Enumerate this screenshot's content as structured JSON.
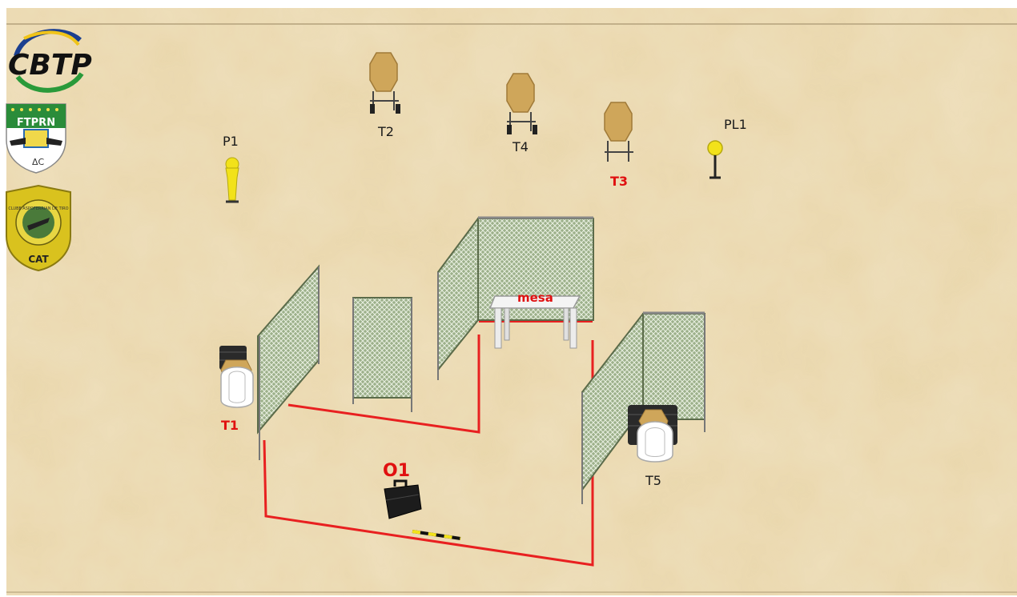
{
  "logos": {
    "cbtp": "CBTP",
    "ftprn": "FTPRN",
    "cat_ring": "CLUBE ASPOFERRIAN DE TIRO",
    "cat": "CAT"
  },
  "labels": {
    "p1": "P1",
    "t2": "T2",
    "t4": "T4",
    "t3": "T3",
    "pl1": "PL1",
    "mesa": "mesa",
    "t1": "T1",
    "t5": "T5",
    "o1": "O1"
  },
  "colors": {
    "sand": "#e8d3a6",
    "fault_line": "#e82020",
    "red_label": "#e01010",
    "paper_target": "#cfa65a",
    "popper": "#f2e21a",
    "wall_mesh": "#8fa27c",
    "no_shoot": "#ffffff"
  }
}
